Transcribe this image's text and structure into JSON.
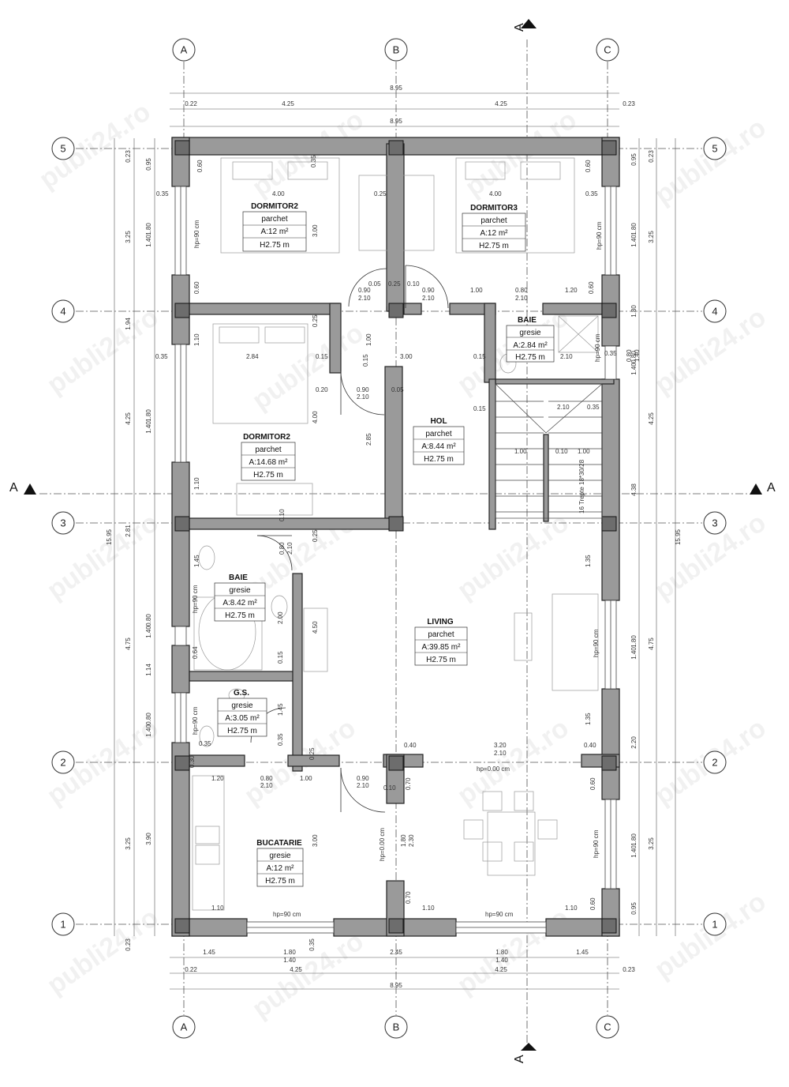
{
  "grid": {
    "columns": [
      "A",
      "B",
      "C"
    ],
    "rows": [
      "5",
      "4",
      "3",
      "2",
      "1"
    ]
  },
  "section_marker": "A",
  "watermark": "publi24.ro",
  "top_dims": {
    "overall": "8.95",
    "left_edge": "0.22",
    "left_span": "4.25",
    "right_span": "4.25",
    "right_edge": "0.23",
    "overall_inner": "8.95"
  },
  "bottom_dims": {
    "row1": [
      "1.45",
      "1.80",
      "2.45",
      "1.80",
      "1.45"
    ],
    "row1_sub": [
      "0.35",
      "1.40"
    ],
    "row2": [
      "0.22",
      "4.25",
      "4.25",
      "0.23"
    ],
    "overall": "8.95"
  },
  "left_dims": {
    "outer": [
      "0.23",
      "3.25",
      "1.94",
      "4.25",
      "2.81",
      "4.75",
      "3.25",
      "0.23"
    ],
    "overall": "15.95",
    "inner": [
      "0.95",
      "1.80",
      "1.40",
      "1.80",
      "1.40",
      "0.80",
      "1.40",
      "1.14",
      "0.80",
      "1.40",
      "3.90"
    ]
  },
  "right_dims": {
    "outer": [
      "0.23",
      "3.25",
      "4.25",
      "4.75",
      "3.25"
    ],
    "overall": "15.95",
    "inner": [
      "0.95",
      "1.80",
      "1.40",
      "1.30",
      "0.80",
      "1.40",
      "4.38",
      "1.80",
      "1.40",
      "2.20",
      "1.80",
      "1.40",
      "0.95"
    ]
  },
  "rooms": [
    {
      "name": "DORMITOR2",
      "floor": "parchet",
      "area": "A:12 m²",
      "height": "H2.75 m"
    },
    {
      "name": "DORMITOR3",
      "floor": "parchet",
      "area": "A:12 m²",
      "height": "H2.75 m"
    },
    {
      "name": "BAIE",
      "floor": "gresie",
      "area": "A:2.84 m²",
      "height": "H2.75 m"
    },
    {
      "name": "DORMITOR2",
      "floor": "parchet",
      "area": "A:14.68 m²",
      "height": "H2.75 m"
    },
    {
      "name": "HOL",
      "floor": "parchet",
      "area": "A:8.44 m²",
      "height": "H2.75 m"
    },
    {
      "name": "BAIE",
      "floor": "gresie",
      "area": "A:8.42 m²",
      "height": "H2.75 m"
    },
    {
      "name": "LIVING",
      "floor": "parchet",
      "area": "A:39.85 m²",
      "height": "H2.75 m"
    },
    {
      "name": "G.S.",
      "floor": "gresie",
      "area": "A:3.05 m²",
      "height": "H2.75 m"
    },
    {
      "name": "BUCATARIE",
      "floor": "gresie",
      "area": "A:12 m²",
      "height": "H2.75 m"
    }
  ],
  "interior_dims": {
    "d1": "0.60",
    "d2": "0.35",
    "d3": "4.00",
    "d4": "0.25",
    "d5": "4.00",
    "d6": "0.60",
    "d7": "0.35",
    "d8": "3.00",
    "d9": "0.05",
    "d10": "0.25",
    "d11": "0.10",
    "d12": "0.90",
    "d13": "2.10",
    "d14": "0.90",
    "d15": "2.10",
    "d16": "1.00",
    "d17": "0.80",
    "d18": "2.10",
    "d19": "1.20",
    "d20": "0.60",
    "d21": "1.10",
    "d22": "0.25",
    "d23": "1.00",
    "d24": "2.84",
    "d25": "0.15",
    "d26": "0.15",
    "d27": "3.00",
    "d28": "0.15",
    "d29": "2.10",
    "d30": "0.20",
    "d31": "0.90",
    "d32": "2.10",
    "d33": "0.05",
    "d34": "4.00",
    "d35": "2.85",
    "d36": "0.15",
    "d37": "2.10",
    "d38": "0.35",
    "d39": "1.00",
    "d40": "0.10",
    "d41": "1.00",
    "d42": "1.10",
    "d43": "0.10",
    "d44": "0.25",
    "d45": "0.80",
    "d46": "2.10",
    "d47": "1.45",
    "d48": "2.00",
    "d49": "4.50",
    "d50": "1.35",
    "d51": "0.64",
    "d52": "0.15",
    "d53": "1.45",
    "d54": "0.35",
    "d55": "0.30",
    "d56": "1.35",
    "d57": "0.40",
    "d58": "3.20",
    "d59": "2.10",
    "d60": "0.40",
    "d61": "1.20",
    "d62": "0.80",
    "d63": "2.10",
    "d64": "1.00",
    "d65": "0.25",
    "d66": "0.90",
    "d67": "2.10",
    "d68": "0.10",
    "d69": "0.70",
    "d70": "0.60",
    "d71": "1.80",
    "d72": "2.30",
    "d73": "3.00",
    "d74": "0.70",
    "d75": "1.10",
    "d76": "1.10",
    "d77": "0.60",
    "d78": "0.35",
    "d79": "0.80",
    "d80": "1.40"
  },
  "notes": {
    "hp90": "hp=90 cm",
    "hp0": "hp=0.00 cm",
    "hp0b": "hp=0.00 cm",
    "stairs": "16 Trepte\n18*30/28"
  }
}
